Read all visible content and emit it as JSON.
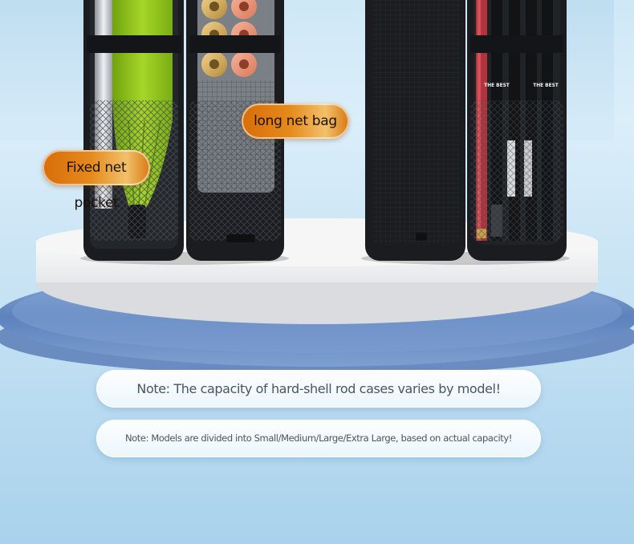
{
  "labels": {
    "long_net_bag": "long net bag",
    "fixed_net_pocket": "Fixed net pocket"
  },
  "notes": {
    "capacity": "Note: The capacity of hard-shell rod cases varies by model!",
    "models": "Note: Models are divided into Small/Medium/Large/Extra Large, based on actual capacity!"
  },
  "rod_labels": [
    "THE BEST",
    "THE BEST"
  ],
  "colors": {
    "accent_orange": "#e07a10",
    "case_black": "#1b1d20",
    "umbrella_green": "#9ed01e",
    "platform_blue": "#6f8fc4"
  }
}
